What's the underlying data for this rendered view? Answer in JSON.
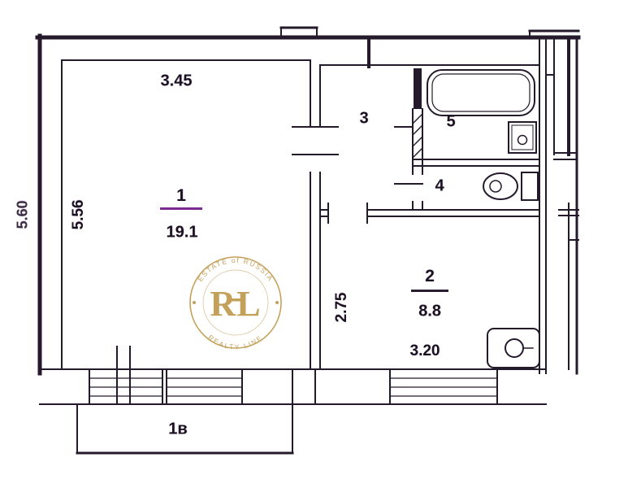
{
  "plan": {
    "rooms": [
      {
        "number": "1",
        "area": "19.1"
      },
      {
        "number": "2",
        "area": "8.8"
      },
      {
        "number": "3"
      },
      {
        "number": "4"
      },
      {
        "number": "5"
      },
      {
        "number": "1в"
      }
    ],
    "dimensions": {
      "top_width": "3.45",
      "room1_depth": "5.56",
      "left_outer": "5.60",
      "kitchen_depth": "2.75",
      "kitchen_width": "3.20"
    }
  },
  "watermark": {
    "initials": "RL",
    "top_text": "ESTATE of RUSSIA",
    "bottom_text": "REALTY LINE"
  },
  "colors": {
    "line": "#241a2b",
    "room1_underline": "#7c2b91",
    "room2_underline": "#2a1f30",
    "watermark_gold": "#c09a4e"
  }
}
